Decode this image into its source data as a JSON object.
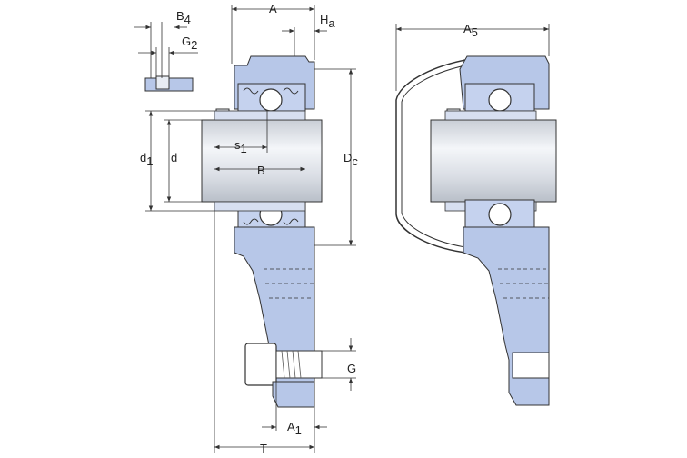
{
  "colors": {
    "housing": "#b7c7e8",
    "housing_dark": "#93a9d6",
    "shaft": "#d6dbe3",
    "shaft_light": "#eef1f5",
    "line": "#333333",
    "dim": "#333333"
  },
  "labels": {
    "A": "A",
    "Ha_main": "H",
    "Ha_sub": "a",
    "A5_main": "A",
    "A5_sub": "5",
    "B4_main": "B",
    "B4_sub": "4",
    "G2_main": "G",
    "G2_sub": "2",
    "d1_main": "d",
    "d1_sub": "1",
    "d": "d",
    "s1_main": "s",
    "s1_sub": "1",
    "B": "B",
    "Dc_main": "D",
    "Dc_sub": "c",
    "G": "G",
    "A1_main": "A",
    "A1_sub": "1",
    "T": "T"
  }
}
